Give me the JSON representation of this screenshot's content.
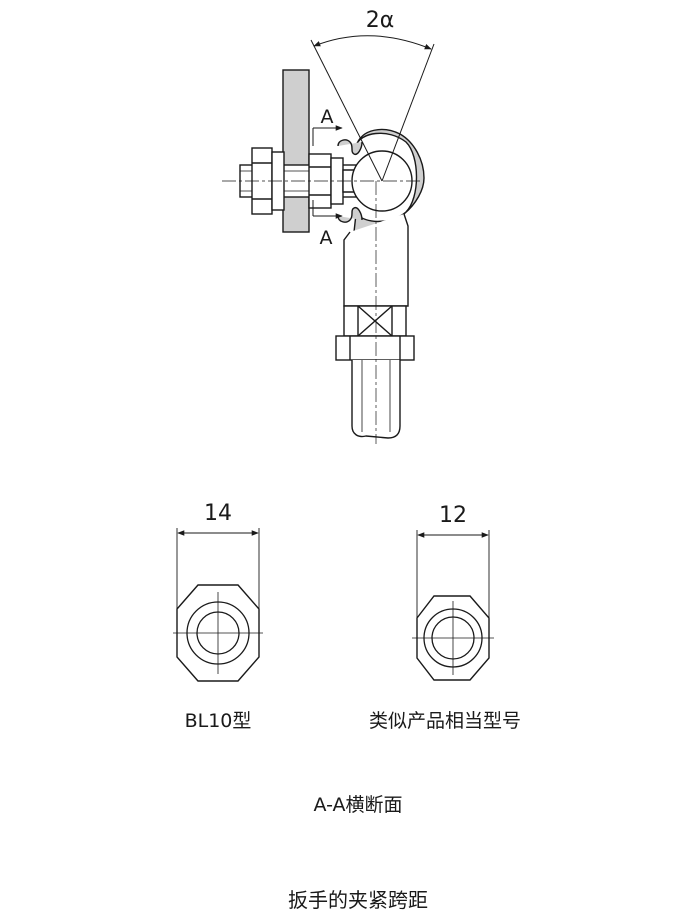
{
  "figure": {
    "angle_label": "2α",
    "section_mark_top": "A",
    "section_mark_bottom": "A",
    "left_hex": {
      "dimension": "14",
      "caption": "BL10型"
    },
    "right_hex": {
      "dimension": "12",
      "caption": "类似产品相当型号"
    },
    "section_caption": "A-A横断面",
    "title": "扳手的夹紧跨距"
  },
  "colors": {
    "line": "#1a1a1a",
    "hatch": "#cfcfcf",
    "background": "#ffffff"
  }
}
